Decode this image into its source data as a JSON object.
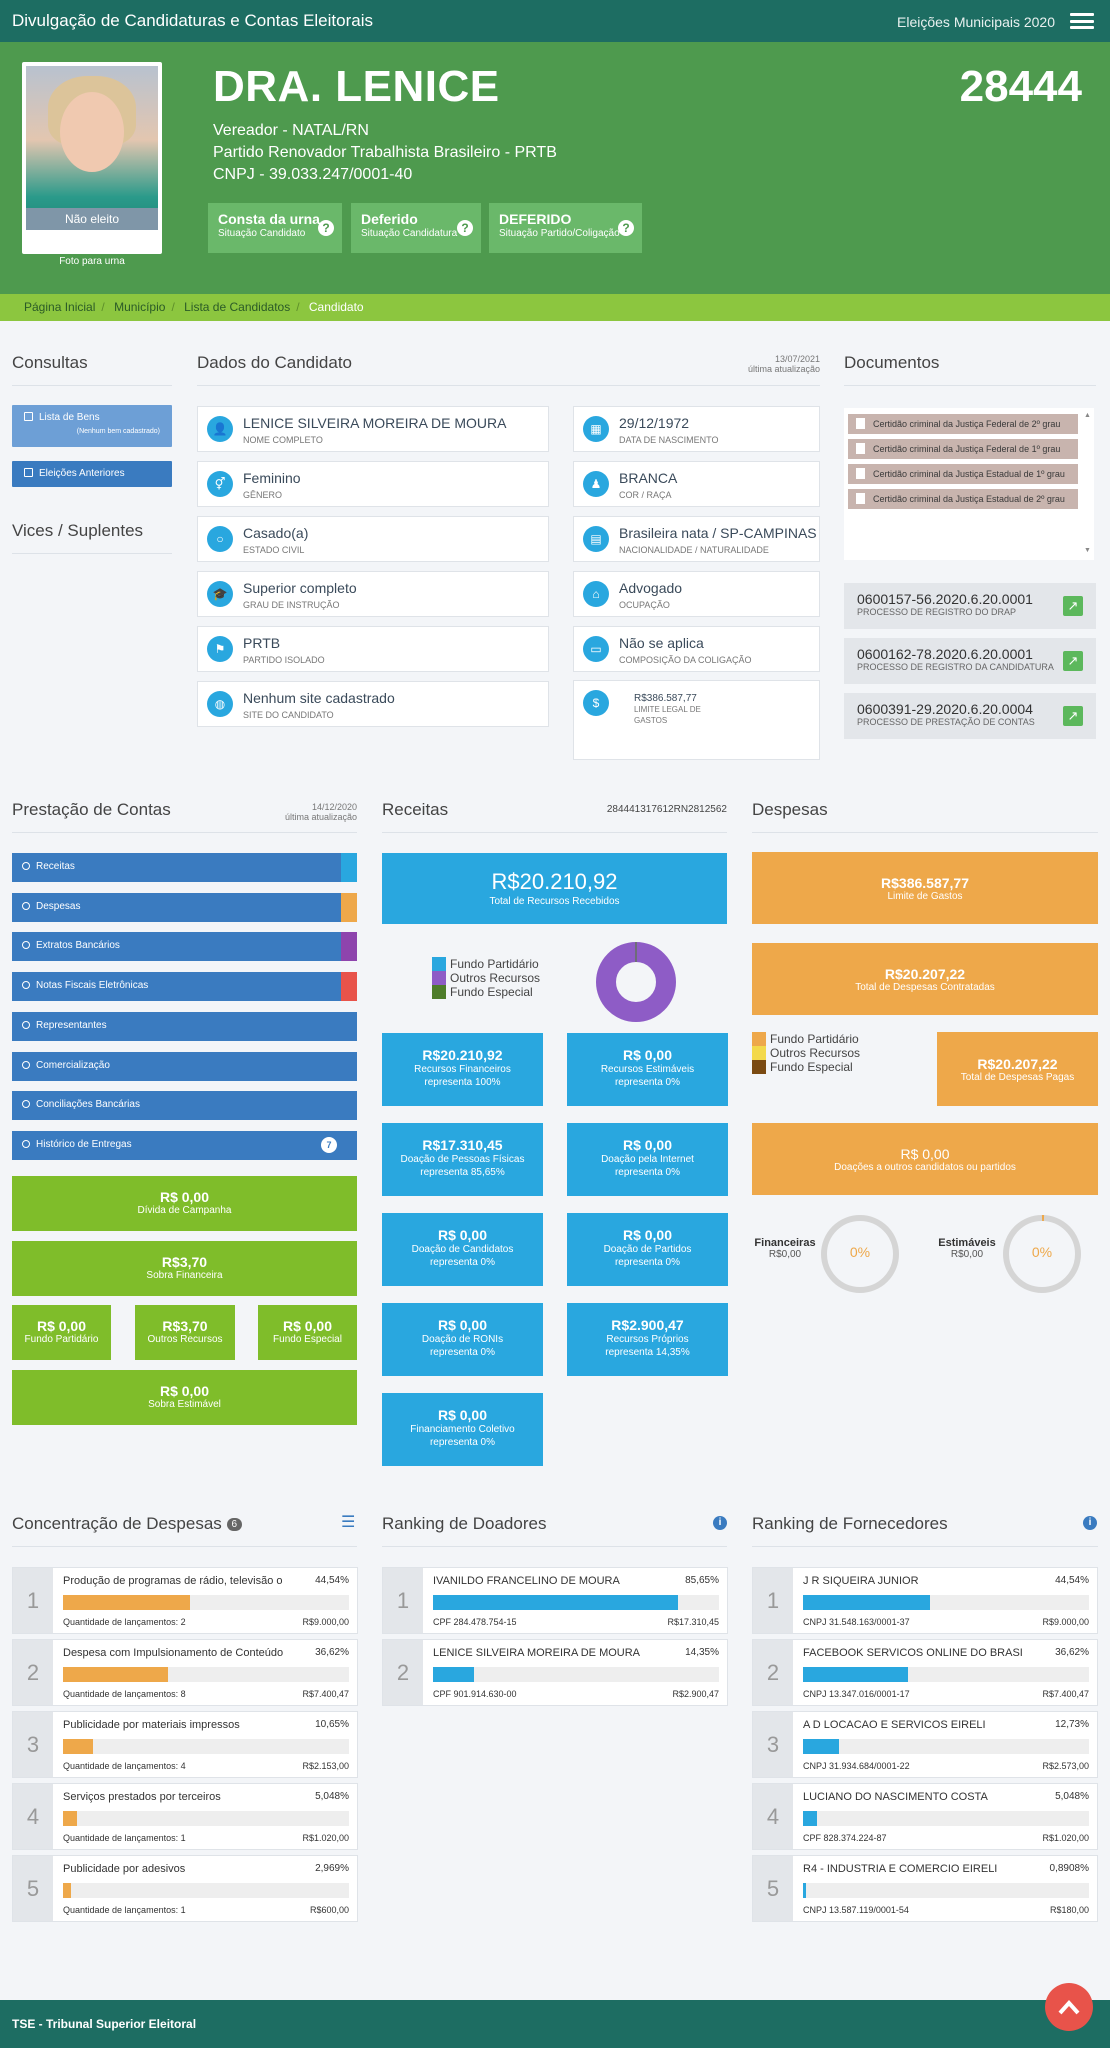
{
  "topbar": {
    "title": "Divulgação de Candidaturas e Contas Eleitorais",
    "election": "Eleições Municipais 2020"
  },
  "candidate": {
    "photo_status": "Não eleito",
    "photo_caption": "Foto para urna",
    "name": "DRA. LENICE",
    "number": "28444",
    "office": "Vereador - NATAL/RN",
    "party": "Partido Renovador Trabalhista Brasileiro - PRTB",
    "cnpj": "CNPJ - 39.033.247/0001-40",
    "badges": [
      {
        "value": "Consta da urna",
        "label": "Situação Candidato"
      },
      {
        "value": "Deferido",
        "label": "Situação Candidatura"
      },
      {
        "value": "DEFERIDO",
        "label": "Situação Partido/Coligação"
      }
    ]
  },
  "breadcrumb": [
    "Página Inicial",
    "Município",
    "Lista de Candidatos",
    "Candidato"
  ],
  "consultas": {
    "title": "Consultas",
    "items": [
      {
        "label": "Lista de Bens",
        "note": "(Nenhum bem cadastrado)"
      },
      {
        "label": "Eleições Anteriores"
      }
    ],
    "vices_title": "Vices / Suplentes"
  },
  "dados": {
    "title": "Dados do Candidato",
    "updated_date": "13/07/2021",
    "updated_label": "última atualização",
    "left": [
      {
        "icon": "user-icon",
        "value": "LENICE SILVEIRA MOREIRA DE MOURA",
        "label": "NOME COMPLETO"
      },
      {
        "icon": "gender-icon",
        "value": "Feminino",
        "label": "GÊNERO"
      },
      {
        "icon": "ring-icon",
        "value": "Casado(a)",
        "label": "ESTADO CIVIL"
      },
      {
        "icon": "graduation-cap-icon",
        "value": "Superior completo",
        "label": "GRAU DE INSTRUÇÃO"
      },
      {
        "icon": "party-icon",
        "value": "PRTB",
        "label": "PARTIDO ISOLADO"
      },
      {
        "icon": "globe-icon",
        "value": "Nenhum site cadastrado",
        "label": "SITE DO CANDIDATO"
      }
    ],
    "right": [
      {
        "icon": "calendar-icon",
        "value": "29/12/1972",
        "label": "DATA DE NASCIMENTO"
      },
      {
        "icon": "person-icon",
        "value": "BRANCA",
        "label": "COR / RAÇA"
      },
      {
        "icon": "map-icon",
        "value": "Brasileira nata / SP-CAMPINAS",
        "label": "NACIONALIDADE / NATURALIDADE"
      },
      {
        "icon": "bank-icon",
        "value": "Advogado",
        "label": "OCUPAÇÃO"
      },
      {
        "icon": "folder-icon",
        "value": "Não se aplica",
        "label": "COMPOSIÇÃO DA COLIGAÇÃO"
      }
    ],
    "limite": {
      "icon": "dollar-icon",
      "value": "R$386.587,77",
      "label": "LIMITE LEGAL DE GASTOS"
    }
  },
  "documentos": {
    "title": "Documentos",
    "docs": [
      "Certidão criminal da Justiça Federal de 2º grau",
      "Certidão criminal da Justiça Federal de 1º grau",
      "Certidão criminal da Justiça Estadual de 1º grau",
      "Certidão criminal da Justiça Estadual de 2º grau"
    ],
    "processos": [
      {
        "number": "0600157-56.2020.6.20.0001",
        "label": "PROCESSO DE REGISTRO DO DRAP"
      },
      {
        "number": "0600162-78.2020.6.20.0001",
        "label": "PROCESSO DE REGISTRO DA CANDIDATURA"
      },
      {
        "number": "0600391-29.2020.6.20.0004",
        "label": "PROCESSO DE PRESTAÇÃO DE CONTAS"
      }
    ]
  },
  "prestacao": {
    "title": "Prestação de Contas",
    "updated_date": "14/12/2020",
    "updated_label": "última atualização",
    "buttons": [
      {
        "label": "Receitas",
        "color": "#29a7df"
      },
      {
        "label": "Despesas",
        "color": "#eea84a"
      },
      {
        "label": "Extratos Bancários",
        "color": "#8e44ad"
      },
      {
        "label": "Notas Fiscais Eletrônicas",
        "color": "#e8534a"
      },
      {
        "label": "Representantes"
      },
      {
        "label": "Comercialização"
      },
      {
        "label": "Conciliações Bancárias"
      },
      {
        "label": "Histórico de Entregas",
        "count": "7"
      }
    ],
    "divida": {
      "value": "R$ 0,00",
      "label": "Dívida de Campanha"
    },
    "sobra_fin": {
      "value": "R$3,70",
      "label": "Sobra Financeira"
    },
    "sobras": [
      {
        "value": "R$ 0,00",
        "label": "Fundo Partidário"
      },
      {
        "value": "R$3,70",
        "label": "Outros Recursos"
      },
      {
        "value": "R$ 0,00",
        "label": "Fundo Especial"
      }
    ],
    "sobra_est": {
      "value": "R$ 0,00",
      "label": "Sobra Estimável"
    }
  },
  "receitas": {
    "title": "Receitas",
    "code": "284441317612RN2812562",
    "total": {
      "value": "R$20.210,92",
      "label": "Total de Recursos Recebidos"
    },
    "legend": [
      {
        "label": "Fundo Partidário",
        "color": "#29a7df"
      },
      {
        "label": "Outros Recursos",
        "color": "#8e5cc6"
      },
      {
        "label": "Fundo Especial",
        "color": "#4e7d2a"
      }
    ],
    "donut_share": {
      "Fundo Partidário": 0,
      "Outros Recursos": 100,
      "Fundo Especial": 0
    },
    "boxes": [
      {
        "value": "R$20.210,92",
        "label": "Recursos Financeiros",
        "pct": "representa 100%"
      },
      {
        "value": "R$ 0,00",
        "label": "Recursos Estimáveis",
        "pct": "representa 0%"
      },
      {
        "value": "R$17.310,45",
        "label": "Doação de Pessoas Físicas",
        "pct": "representa 85,65%"
      },
      {
        "value": "R$ 0,00",
        "label": "Doação pela Internet",
        "pct": "representa 0%"
      },
      {
        "value": "R$ 0,00",
        "label": "Doação de Candidatos",
        "pct": "representa 0%"
      },
      {
        "value": "R$ 0,00",
        "label": "Doação de Partidos",
        "pct": "representa 0%"
      },
      {
        "value": "R$ 0,00",
        "label": "Doação de RONIs",
        "pct": "representa 0%"
      },
      {
        "value": "R$2.900,47",
        "label": "Recursos Próprios",
        "pct": "representa 14,35%"
      },
      {
        "value": "R$ 0,00",
        "label": "Financiamento Coletivo",
        "pct": "representa 0%"
      }
    ]
  },
  "despesas": {
    "title": "Despesas",
    "limite": {
      "value": "R$386.587,77",
      "label": "Limite de Gastos"
    },
    "contratadas": {
      "value": "R$20.207,22",
      "label": "Total de Despesas Contratadas"
    },
    "legend": [
      {
        "label": "Fundo Partidário",
        "color": "#eea84a"
      },
      {
        "label": "Outros Recursos",
        "color": "#f3d94a"
      },
      {
        "label": "Fundo Especial",
        "color": "#7a4a12"
      }
    ],
    "pagas": {
      "value": "R$20.207,22",
      "label": "Total de Despesas Pagas"
    },
    "doacoes": {
      "value": "R$ 0,00",
      "label": "Doações a outros candidatos ou partidos"
    },
    "gauges": [
      {
        "title": "Financeiras",
        "value": "R$0,00",
        "pct": "0%",
        "fraction": 0
      },
      {
        "title": "Estimáveis",
        "value": "R$0,00",
        "pct": "0%",
        "fraction": 0
      }
    ]
  },
  "concentracao": {
    "title": "Concentração de Despesas",
    "count": "6",
    "items": [
      {
        "rank": "1",
        "name": "Produção de programas de rádio, televisão o...",
        "pct": "44,54%",
        "fraction": 0.4454,
        "qty": "Quantidade de lançamentos: 2",
        "value": "R$9.000,00"
      },
      {
        "rank": "2",
        "name": "Despesa com Impulsionamento de Conteúdos",
        "pct": "36,62%",
        "fraction": 0.3662,
        "qty": "Quantidade de lançamentos: 8",
        "value": "R$7.400,47"
      },
      {
        "rank": "3",
        "name": "Publicidade por materiais impressos",
        "pct": "10,65%",
        "fraction": 0.1065,
        "qty": "Quantidade de lançamentos: 4",
        "value": "R$2.153,00"
      },
      {
        "rank": "4",
        "name": "Serviços prestados por terceiros",
        "pct": "5,048%",
        "fraction": 0.05048,
        "qty": "Quantidade de lançamentos: 1",
        "value": "R$1.020,00"
      },
      {
        "rank": "5",
        "name": "Publicidade por adesivos",
        "pct": "2,969%",
        "fraction": 0.02969,
        "qty": "Quantidade de lançamentos: 1",
        "value": "R$600,00"
      }
    ]
  },
  "doadores": {
    "title": "Ranking de Doadores",
    "items": [
      {
        "rank": "1",
        "name": "IVANILDO FRANCELINO DE MOURA",
        "pct": "85,65%",
        "fraction": 0.8565,
        "doc": "CPF 284.478.754-15",
        "value": "R$17.310,45"
      },
      {
        "rank": "2",
        "name": "LENICE SILVEIRA MOREIRA DE MOURA",
        "pct": "14,35%",
        "fraction": 0.1435,
        "doc": "CPF 901.914.630-00",
        "value": "R$2.900,47"
      }
    ]
  },
  "fornecedores": {
    "title": "Ranking de Fornecedores",
    "items": [
      {
        "rank": "1",
        "name": "J R SIQUEIRA JUNIOR",
        "pct": "44,54%",
        "fraction": 0.4454,
        "doc": "CNPJ 31.548.163/0001-37",
        "value": "R$9.000,00"
      },
      {
        "rank": "2",
        "name": "FACEBOOK SERVICOS ONLINE DO BRASIL LT...",
        "pct": "36,62%",
        "fraction": 0.3662,
        "doc": "CNPJ 13.347.016/0001-17",
        "value": "R$7.400,47"
      },
      {
        "rank": "3",
        "name": "A D LOCACAO E SERVICOS EIRELI",
        "pct": "12,73%",
        "fraction": 0.1273,
        "doc": "CNPJ 31.934.684/0001-22",
        "value": "R$2.573,00"
      },
      {
        "rank": "4",
        "name": "LUCIANO DO NASCIMENTO COSTA",
        "pct": "5,048%",
        "fraction": 0.05048,
        "doc": "CPF 828.374.224-87",
        "value": "R$1.020,00"
      },
      {
        "rank": "5",
        "name": "R4 - INDUSTRIA E COMERCIO EIRELI",
        "pct": "0,8908%",
        "fraction": 0.008908,
        "doc": "CNPJ 13.587.119/0001-54",
        "value": "R$180,00"
      }
    ]
  },
  "footer": {
    "text": "TSE - Tribunal Superior Eleitoral"
  }
}
